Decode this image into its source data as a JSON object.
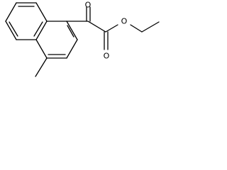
{
  "molecule": {
    "atoms": [
      {
        "id": "O_ketone",
        "symbol": "O"
      },
      {
        "id": "O_ester",
        "symbol": "O"
      },
      {
        "id": "O_carbonyl",
        "symbol": "O"
      }
    ]
  },
  "colors": {
    "bond": "#000000",
    "background": "#ffffff"
  }
}
